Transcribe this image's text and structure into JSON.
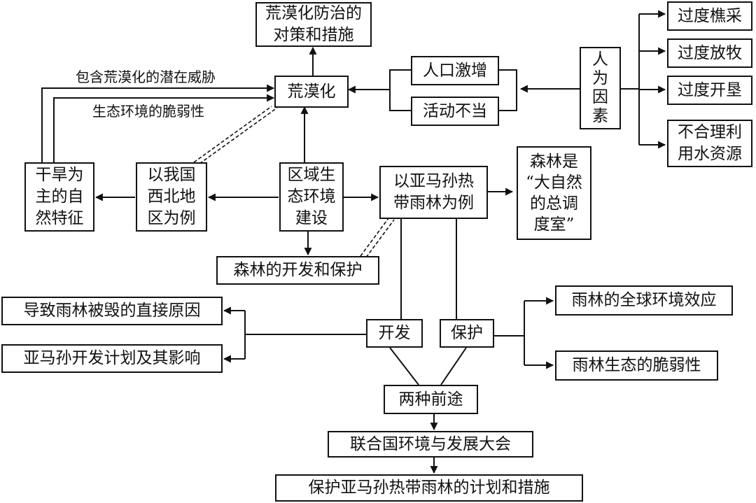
{
  "nodes": {
    "countermeasures": "荒漠化防治的\n对策和措施",
    "desertification": "荒漠化",
    "population_surge": "人口激增",
    "improper_activity": "活动不当",
    "human_factors": "人\n为\n因\n素",
    "overcutting": "过度樵采",
    "overgrazing": "过度放牧",
    "overreclamation": "过度开垦",
    "water_misuse": "不合理利\n用水资源",
    "arid_features": "干旱为\n主的自\n然特征",
    "northwest_example": "以我国\n西北地\n区为例",
    "regional_construction": "区域生\n态环境\n建设",
    "amazon_example": "以亚马孙热\n带雨林为例",
    "forest_regulator": "森林是\n“大自然\n的总调\n度室”",
    "forest_dev_protect": "森林的开发和保护",
    "direct_causes": "导致雨林被毁的直接原因",
    "amazon_plan": "亚马孙开发计划及其影响",
    "development": "开发",
    "protection": "保护",
    "global_effect": "雨林的全球环境效应",
    "fragility_rainforest": "雨林生态的脆弱性",
    "two_futures": "两种前途",
    "un_conference": "联合国环境与发展大会",
    "amazon_measures": "保护亚马孙热带雨林的计划和措施"
  },
  "labels": {
    "potential_threat": "包含荒漠化的潜在威胁",
    "fragility_env": "生态环境的脆弱性"
  },
  "colors": {
    "line": "#111111",
    "background": "#ffffff"
  }
}
